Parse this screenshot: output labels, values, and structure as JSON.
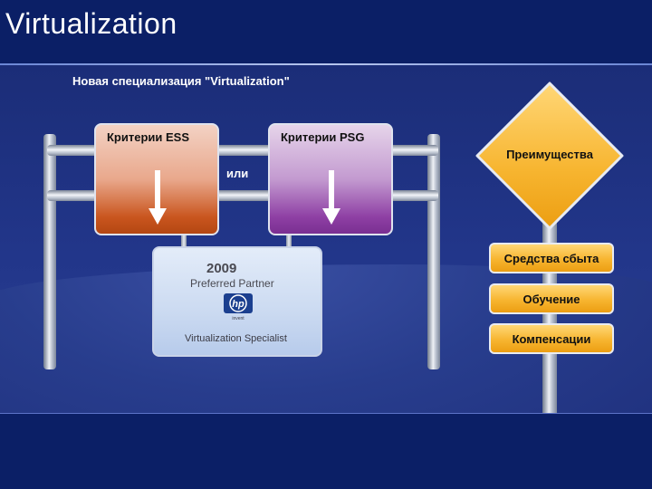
{
  "slide": {
    "title": "Virtualization",
    "heading": "Новая специализация \"Virtualization\""
  },
  "criteria": [
    {
      "label": "Критерии ESS",
      "color": "#c9551e"
    },
    {
      "label": "Критерии PSG",
      "color": "#8e3fa4"
    }
  ],
  "connector": "или",
  "certificate": {
    "year": "2009",
    "program": "Preferred Partner",
    "logo": "hp",
    "logo_tagline": "invent",
    "specialty": "Virtualization Specialist"
  },
  "benefits": {
    "title": "Преимущества",
    "items": [
      "Средства сбыта",
      "Обучение",
      "Компенсации"
    ],
    "color": "#f7b530"
  },
  "colors": {
    "background": "#0b1f66",
    "panel": "#22368a"
  }
}
